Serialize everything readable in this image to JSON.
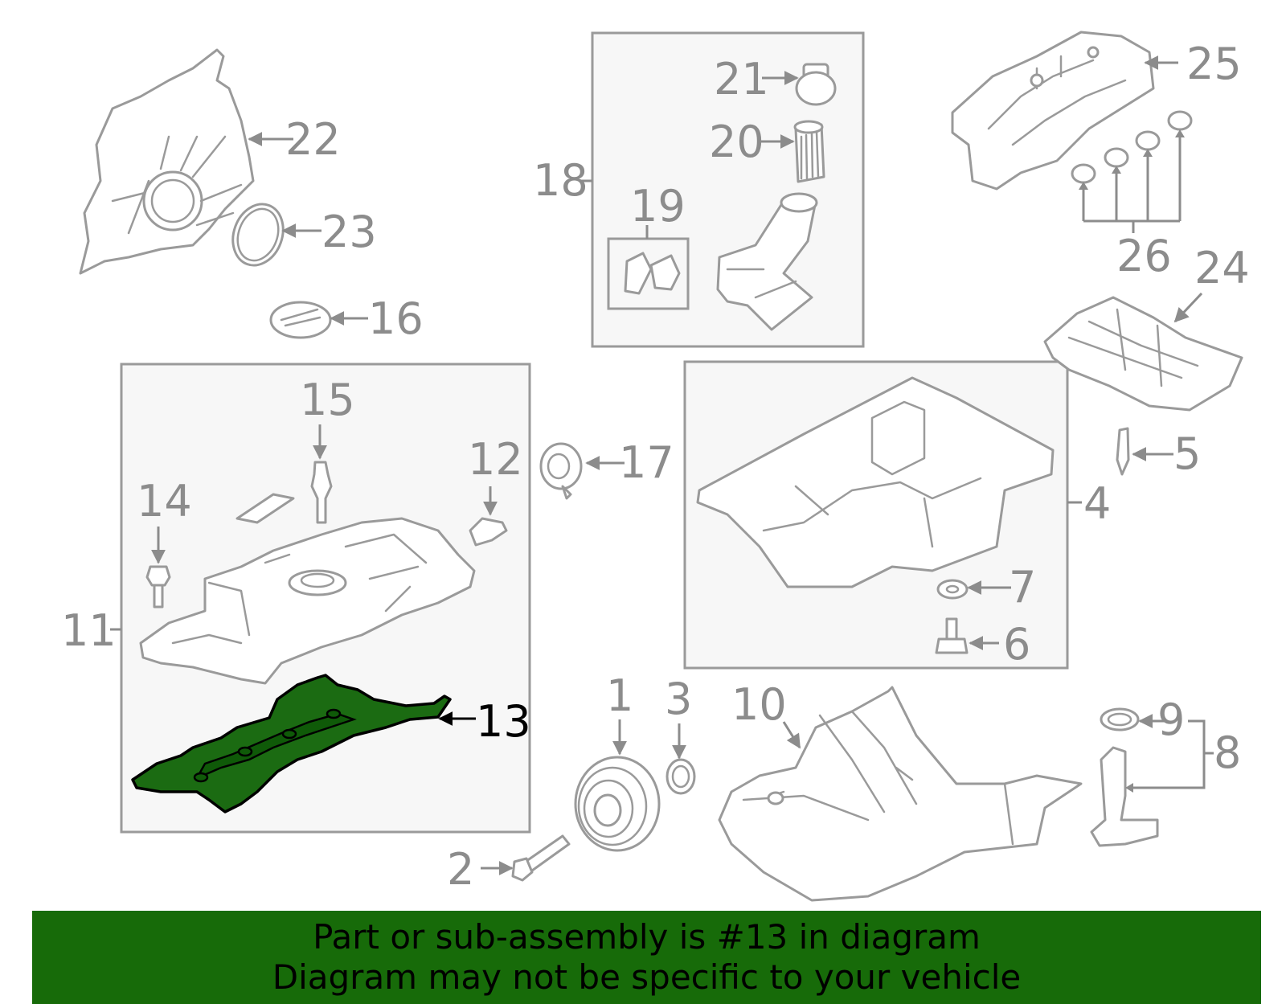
{
  "diagram": {
    "highlighted_part": "13",
    "highlight_color": "#176b09",
    "callouts": [
      {
        "id": "c1",
        "label": "1"
      },
      {
        "id": "c2",
        "label": "2"
      },
      {
        "id": "c3",
        "label": "3"
      },
      {
        "id": "c4",
        "label": "4"
      },
      {
        "id": "c5",
        "label": "5"
      },
      {
        "id": "c6",
        "label": "6"
      },
      {
        "id": "c7",
        "label": "7"
      },
      {
        "id": "c8",
        "label": "8"
      },
      {
        "id": "c9",
        "label": "9"
      },
      {
        "id": "c10",
        "label": "10"
      },
      {
        "id": "c11",
        "label": "11"
      },
      {
        "id": "c12",
        "label": "12"
      },
      {
        "id": "c13",
        "label": "13"
      },
      {
        "id": "c14",
        "label": "14"
      },
      {
        "id": "c15",
        "label": "15"
      },
      {
        "id": "c16",
        "label": "16"
      },
      {
        "id": "c17",
        "label": "17"
      },
      {
        "id": "c18",
        "label": "18"
      },
      {
        "id": "c19",
        "label": "19"
      },
      {
        "id": "c20",
        "label": "20"
      },
      {
        "id": "c21",
        "label": "21"
      },
      {
        "id": "c22",
        "label": "22"
      },
      {
        "id": "c23",
        "label": "23"
      },
      {
        "id": "c24",
        "label": "24"
      },
      {
        "id": "c25",
        "label": "25"
      },
      {
        "id": "c26",
        "label": "26"
      }
    ]
  },
  "banner": {
    "line1": "Part or sub-assembly is #13 in diagram",
    "line2": "Diagram may not be specific to your vehicle",
    "background": "#176b09"
  }
}
